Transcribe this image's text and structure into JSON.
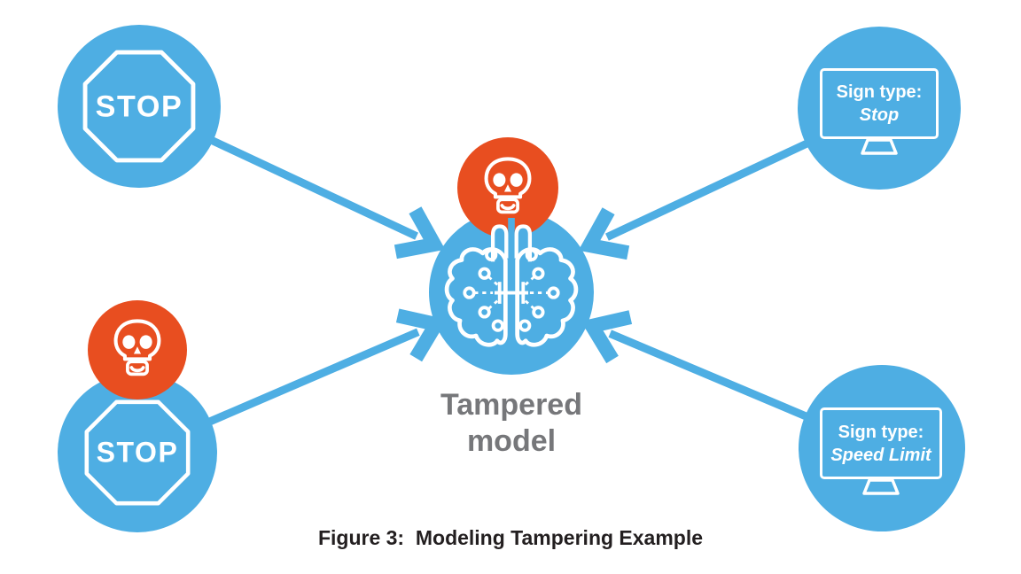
{
  "figure": {
    "caption": "Figure 3:  Modeling Tampering Example"
  },
  "center_node": {
    "label_line1": "Tampered",
    "label_line2": "model"
  },
  "stop_sign_clean": {
    "sign_text": "STOP"
  },
  "stop_sign_tampered": {
    "sign_text": "STOP"
  },
  "monitor_output_stop": {
    "line1": "Sign type:",
    "line2": "Stop"
  },
  "monitor_output_speed_limit": {
    "line1": "Sign type:",
    "line2": "Speed Limit"
  },
  "colors": {
    "node_blue": "#4EAEE3",
    "tamper_orange": "#E84E20",
    "label_gray": "#76777A",
    "caption_dark": "#231F20",
    "icon_white": "#FFFFFF"
  }
}
